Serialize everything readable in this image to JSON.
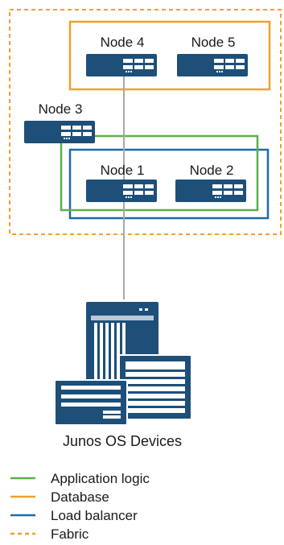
{
  "diagram": {
    "nodes": [
      {
        "id": "node4",
        "label": "Node 4"
      },
      {
        "id": "node5",
        "label": "Node 5"
      },
      {
        "id": "node3",
        "label": "Node 3"
      },
      {
        "id": "node1",
        "label": "Node 1"
      },
      {
        "id": "node2",
        "label": "Node 2"
      }
    ],
    "devices_label": "Junos OS Devices",
    "legend": [
      {
        "label": "Application logic",
        "color": "#5bb04a",
        "style": "solid"
      },
      {
        "label": "Database",
        "color": "#f0a02e",
        "style": "solid"
      },
      {
        "label": "Load balancer",
        "color": "#1f6aa5",
        "style": "solid"
      },
      {
        "label": "Fabric",
        "color": "#f0a02e",
        "style": "dashed"
      }
    ],
    "colors": {
      "device_fill": "#1d4f79",
      "link": "#a8a8a8"
    }
  }
}
